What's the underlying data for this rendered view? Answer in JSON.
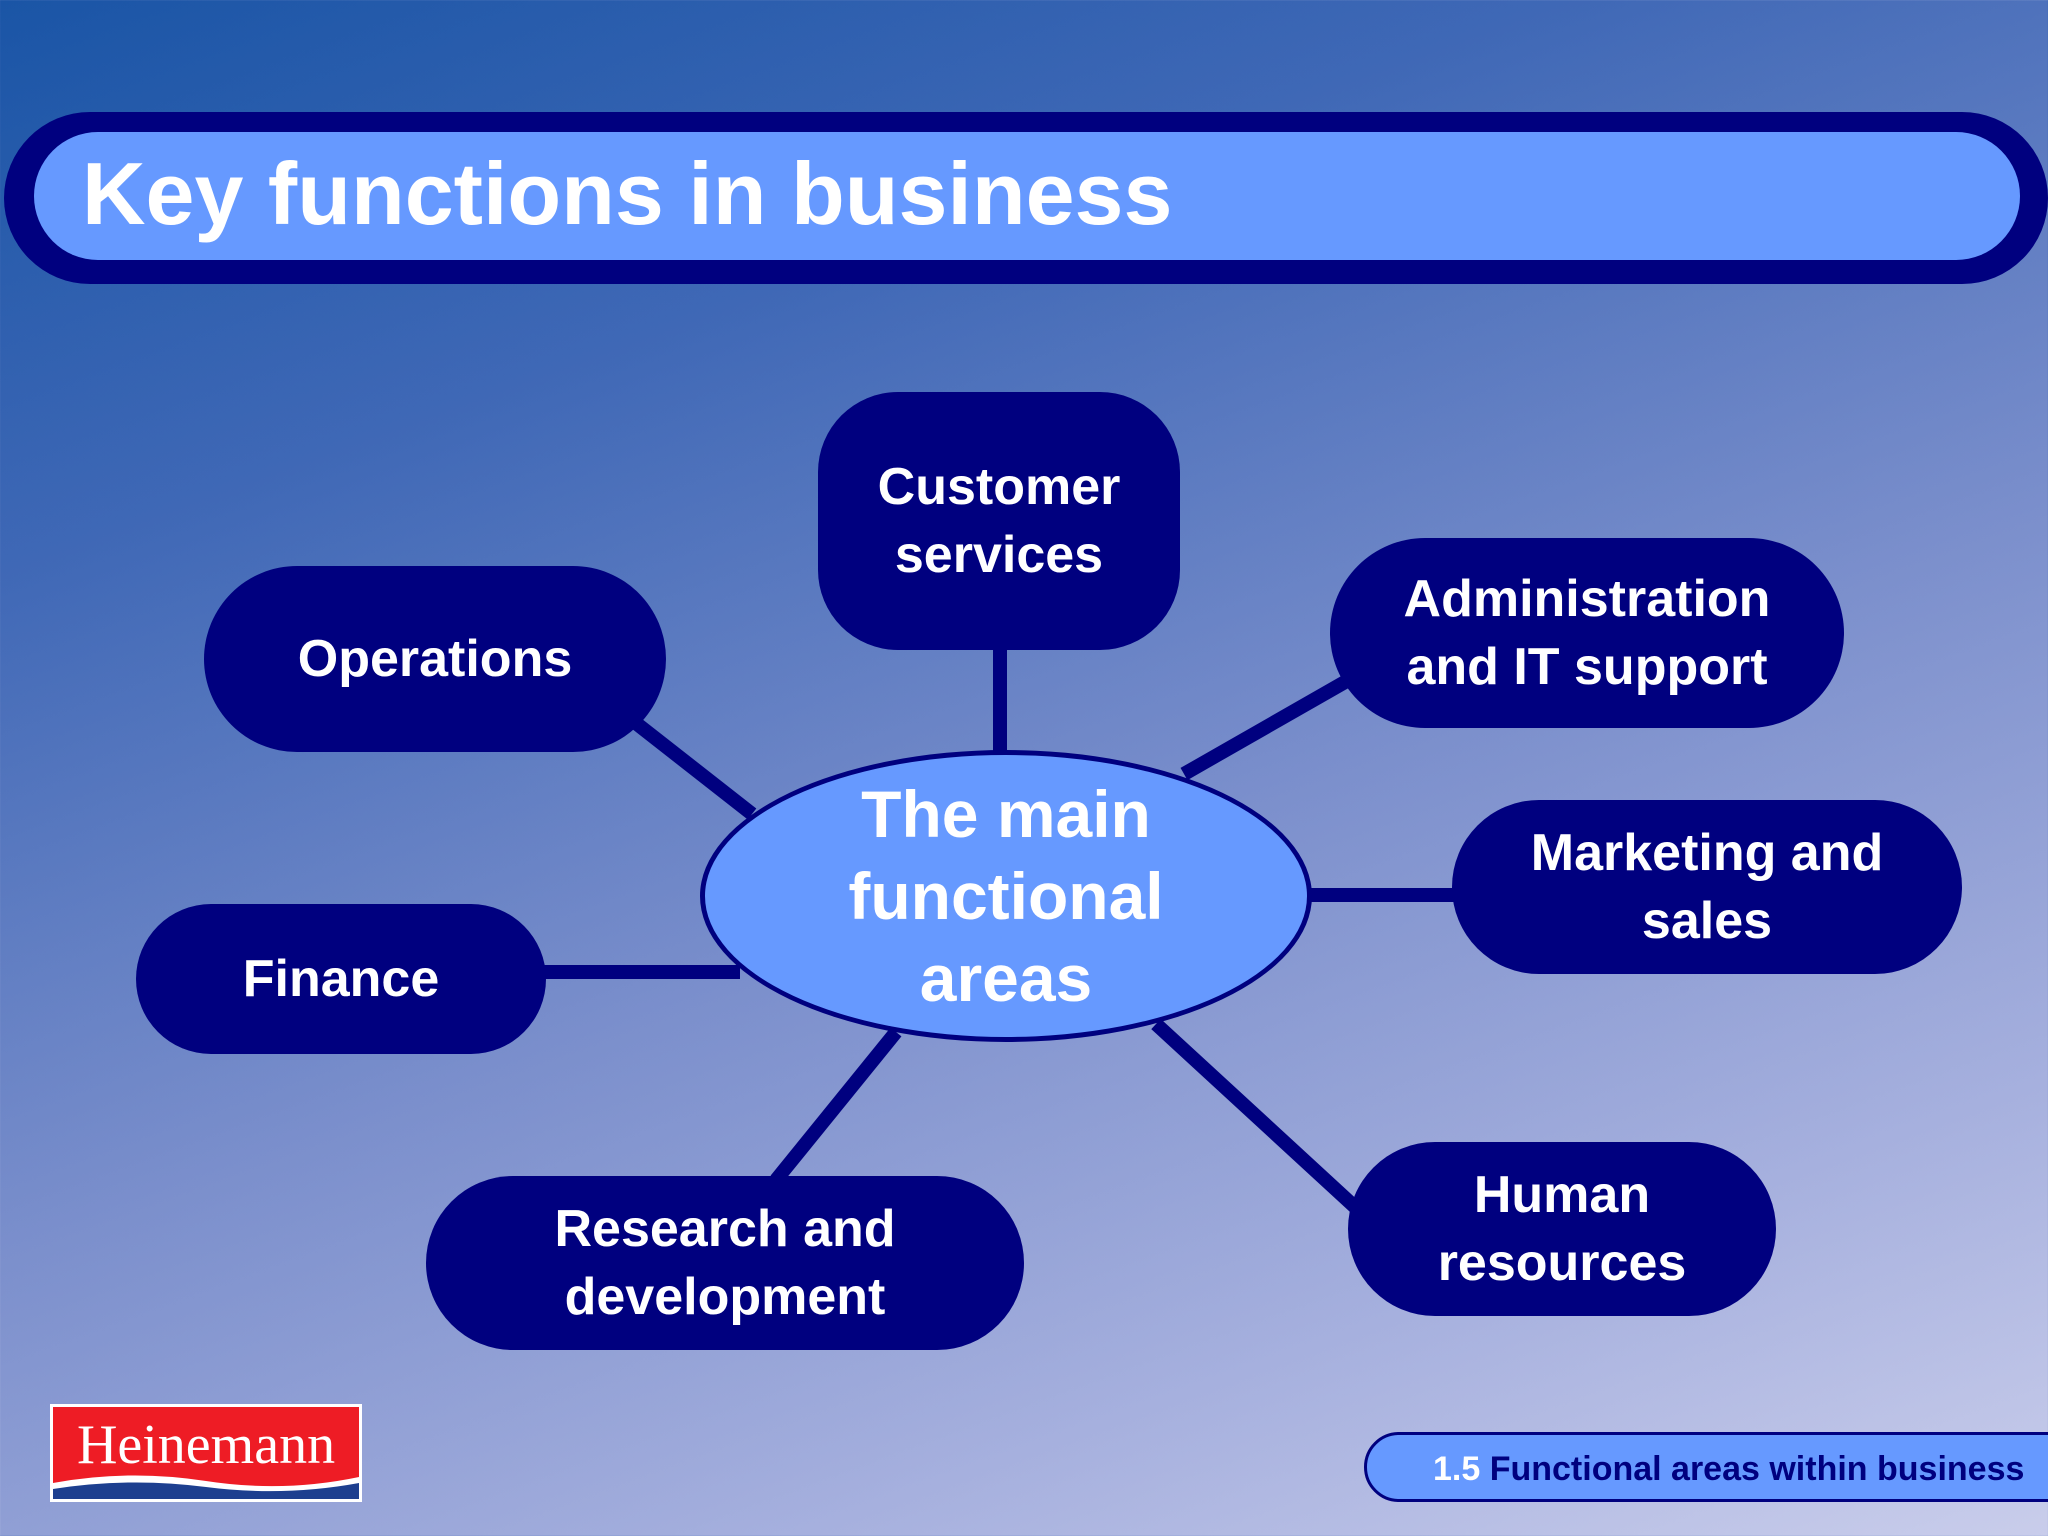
{
  "title": "Key functions in business",
  "center_label": "The main\nfunctional\nareas",
  "nodes": {
    "customer_services": "Customer\nservices",
    "operations": "Operations",
    "administration": "Administration\nand IT support",
    "marketing": "Marketing and\nsales",
    "finance": "Finance",
    "research": "Research and\ndevelopment",
    "human_resources": "Human\nresources"
  },
  "footer": {
    "section_number": "1.5",
    "section_title": "Functional areas within business"
  },
  "logo": "Heinemann",
  "colors": {
    "node_fill": "#00007f",
    "center_fill": "#6699ff",
    "text": "#ffffff",
    "logo_red": "#ee1c25"
  }
}
